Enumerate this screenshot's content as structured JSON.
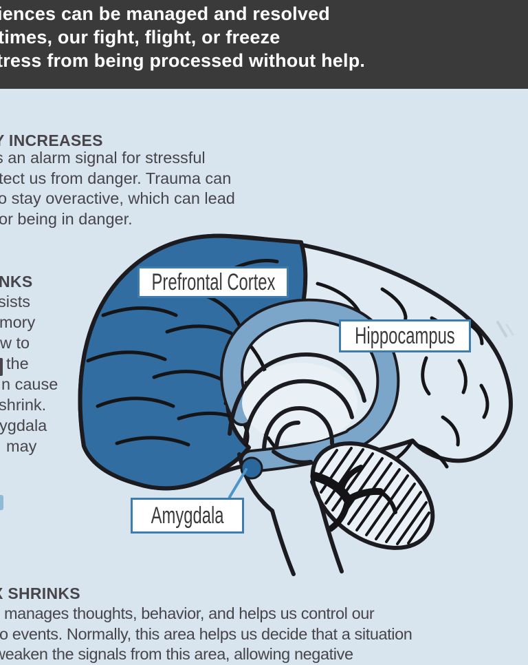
{
  "page": {
    "background": "#d8e4ee"
  },
  "top_banner": {
    "background": "#3b3a3a",
    "text_color": "#ffffff",
    "lines": [
      "iences can be managed and resolved",
      "times, our fight, flight, or freeze",
      "tress from being processed without help."
    ]
  },
  "sections": {
    "amygdala_activity": {
      "heading": "Y INCREASES",
      "lines": [
        "s an alarm signal for stressful",
        "tect us from danger. Trauma can",
        "o stay overactive, which can lead",
        "or being in danger."
      ]
    },
    "hippocampus_shrinks": {
      "heading": "NKS",
      "lines": [
        "sists",
        "mory",
        "w to",
        "",
        "the",
        "n cause",
        "shrink.",
        "ygdala",
        "may"
      ]
    },
    "prefrontal_cortex_shrinks": {
      "heading": "X SHRINKS",
      "lines": [
        "manages thoughts, behavior, and helps us control our",
        "o events. Normally, this area helps us decide that a situation",
        "weaken the signals from this area, allowing negative"
      ]
    }
  },
  "diagram": {
    "labels": {
      "prefrontal_cortex": "Prefrontal Cortex",
      "hippocampus": "Hippocampus",
      "amygdala": "Amygdala"
    },
    "colors": {
      "highlight_dark_blue": "#316da0",
      "highlight_medium_blue": "#7ba6c9",
      "brain_fill_light": "#dfeaf2",
      "inner_fill": "#e9f1f7",
      "outline_black": "#1b1b20",
      "label_border_blue": "#3f7cae",
      "callout_blue": "#4d95c8",
      "text_dark": "#47454a"
    }
  }
}
